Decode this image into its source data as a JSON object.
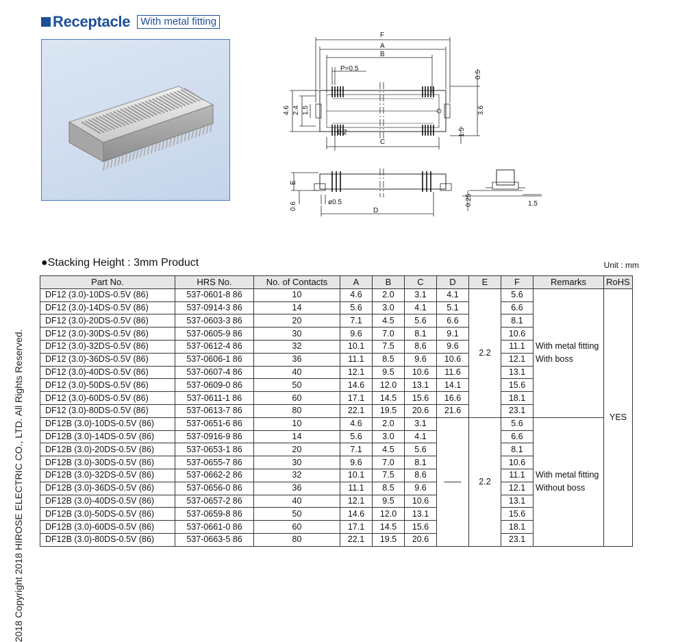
{
  "copyright": "2018  Copyright 2018 HIROSE ELECTRIC CO., LTD. All Rights Reserved.",
  "heading": {
    "title": "Receptacle",
    "tag": "With metal fitting"
  },
  "drawing": {
    "labels": {
      "F": "F",
      "A": "A",
      "B": "B",
      "P": "P=0.5",
      "d05": "0.5",
      "d46": "4.6",
      "d24": "2.4",
      "d15": "1.5",
      "d36": "3.6",
      "d15b": "1.5",
      "d02": "0.2",
      "C": "C",
      "E": "E",
      "d06": "0.6",
      "d05b": "ø0.5",
      "D": "D",
      "d025": "0.25",
      "d15c": "1.5"
    },
    "colors": {
      "line": "#222222",
      "dim": "#333333"
    }
  },
  "subhead": "●Stacking Height : 3mm Product",
  "unit": "Unit : mm",
  "table": {
    "headers": [
      "Part No.",
      "HRS No.",
      "No. of Contacts",
      "A",
      "B",
      "C",
      "D",
      "E",
      "F",
      "Remarks",
      "RoHS"
    ],
    "group1": {
      "e": "2.2",
      "remarks": [
        "With metal fitting",
        "With boss"
      ],
      "rows": [
        [
          "DF12 (3.0)-10DS-0.5V (86)",
          "537-0601-8 86",
          "10",
          "4.6",
          "2.0",
          "3.1",
          "4.1",
          "5.6"
        ],
        [
          "DF12 (3.0)-14DS-0.5V (86)",
          "537-0914-3 86",
          "14",
          "5.6",
          "3.0",
          "4.1",
          "5.1",
          "6.6"
        ],
        [
          "DF12 (3.0)-20DS-0.5V (86)",
          "537-0603-3 86",
          "20",
          "7.1",
          "4.5",
          "5.6",
          "6.6",
          "8.1"
        ],
        [
          "DF12 (3.0)-30DS-0.5V (86)",
          "537-0605-9 86",
          "30",
          "9.6",
          "7.0",
          "8.1",
          "9.1",
          "10.6"
        ],
        [
          "DF12 (3.0)-32DS-0.5V (86)",
          "537-0612-4 86",
          "32",
          "10.1",
          "7.5",
          "8.6",
          "9.6",
          "11.1"
        ],
        [
          "DF12 (3.0)-36DS-0.5V (86)",
          "537-0606-1 86",
          "36",
          "11.1",
          "8.5",
          "9.6",
          "10.6",
          "12.1"
        ],
        [
          "DF12 (3.0)-40DS-0.5V (86)",
          "537-0607-4 86",
          "40",
          "12.1",
          "9.5",
          "10.6",
          "11.6",
          "13.1"
        ],
        [
          "DF12 (3.0)-50DS-0.5V (86)",
          "537-0609-0 86",
          "50",
          "14.6",
          "12.0",
          "13.1",
          "14.1",
          "15.6"
        ],
        [
          "DF12 (3.0)-60DS-0.5V (86)",
          "537-0611-1 86",
          "60",
          "17.1",
          "14.5",
          "15.6",
          "16.6",
          "18.1"
        ],
        [
          "DF12 (3.0)-80DS-0.5V (86)",
          "537-0613-7 86",
          "80",
          "22.1",
          "19.5",
          "20.6",
          "21.6",
          "23.1"
        ]
      ]
    },
    "group2": {
      "d": "——",
      "e": "2.2",
      "remarks": [
        "With metal fitting",
        "Without boss"
      ],
      "rows": [
        [
          "DF12B (3.0)-10DS-0.5V (86)",
          "537-0651-6 86",
          "10",
          "4.6",
          "2.0",
          "3.1",
          "5.6"
        ],
        [
          "DF12B (3.0)-14DS-0.5V (86)",
          "537-0916-9 86",
          "14",
          "5.6",
          "3.0",
          "4.1",
          "6.6"
        ],
        [
          "DF12B (3.0)-20DS-0.5V (86)",
          "537-0653-1 86",
          "20",
          "7.1",
          "4.5",
          "5.6",
          "8.1"
        ],
        [
          "DF12B (3.0)-30DS-0.5V (86)",
          "537-0655-7 86",
          "30",
          "9.6",
          "7.0",
          "8.1",
          "10.6"
        ],
        [
          "DF12B (3.0)-32DS-0.5V (86)",
          "537-0662-2 86",
          "32",
          "10.1",
          "7.5",
          "8.6",
          "11.1"
        ],
        [
          "DF12B (3.0)-36DS-0.5V (86)",
          "537-0656-0 86",
          "36",
          "11.1",
          "8.5",
          "9.6",
          "12.1"
        ],
        [
          "DF12B (3.0)-40DS-0.5V (86)",
          "537-0657-2 86",
          "40",
          "12.1",
          "9.5",
          "10.6",
          "13.1"
        ],
        [
          "DF12B (3.0)-50DS-0.5V (86)",
          "537-0659-8 86",
          "50",
          "14.6",
          "12.0",
          "13.1",
          "15.6"
        ],
        [
          "DF12B (3.0)-60DS-0.5V (86)",
          "537-0661-0 86",
          "60",
          "17.1",
          "14.5",
          "15.6",
          "18.1"
        ],
        [
          "DF12B (3.0)-80DS-0.5V (86)",
          "537-0663-5 86",
          "80",
          "22.1",
          "19.5",
          "20.6",
          "23.1"
        ]
      ]
    },
    "rohs": "YES"
  }
}
